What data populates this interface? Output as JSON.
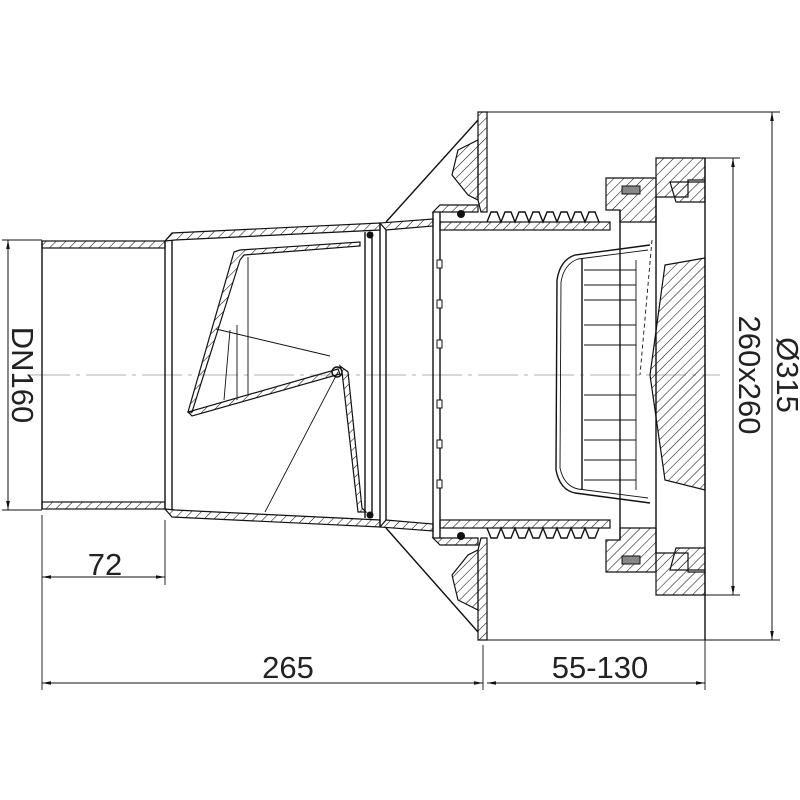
{
  "drawing": {
    "title": "Drain body with backflow flap – section",
    "dimensions": {
      "pipe_diameter": "DN160",
      "spigot_length": "72",
      "body_length": "265",
      "height_adjustment": "55-130",
      "grate_size": "260x260",
      "flange_diameter": "Ø315"
    }
  }
}
